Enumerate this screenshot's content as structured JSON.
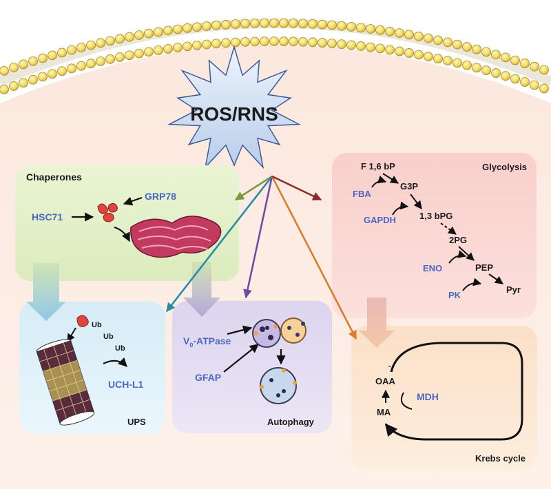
{
  "center": {
    "label": "ROS/RNS"
  },
  "chaperones": {
    "title": "Chaperones",
    "hsc": "HSC71",
    "grp": "GRP78"
  },
  "ups": {
    "title": "UPS",
    "ub": [
      "Ub",
      "Ub",
      "Ub"
    ],
    "uch": "UCH-L1"
  },
  "autophagy": {
    "title": "Autophagy",
    "atpase_prefix": "V",
    "atpase_sub": "0",
    "atpase_suffix": "-ATPase",
    "gfap": "GFAP"
  },
  "glycolysis": {
    "title": "Glycolysis",
    "metabolites": [
      "F 1,6 bP",
      "G3P",
      "1,3 bPG",
      "2PG",
      "PEP",
      "Pyr"
    ],
    "enzymes": [
      "FBA",
      "GAPDH",
      "ENO",
      "PK"
    ]
  },
  "krebs": {
    "title": "Krebs cycle",
    "oaa": "OAA",
    "ma": "MA",
    "mdh": "MDH"
  },
  "colors": {
    "enzyme_text": "#4a68c2",
    "arrow_chaperones": "#7c9a3c",
    "arrow_ups": "#2b8aa6",
    "arrow_autophagy": "#6a4ea0",
    "arrow_krebs": "#e07a2a",
    "arrow_glycolysis": "#8b2a2a"
  }
}
